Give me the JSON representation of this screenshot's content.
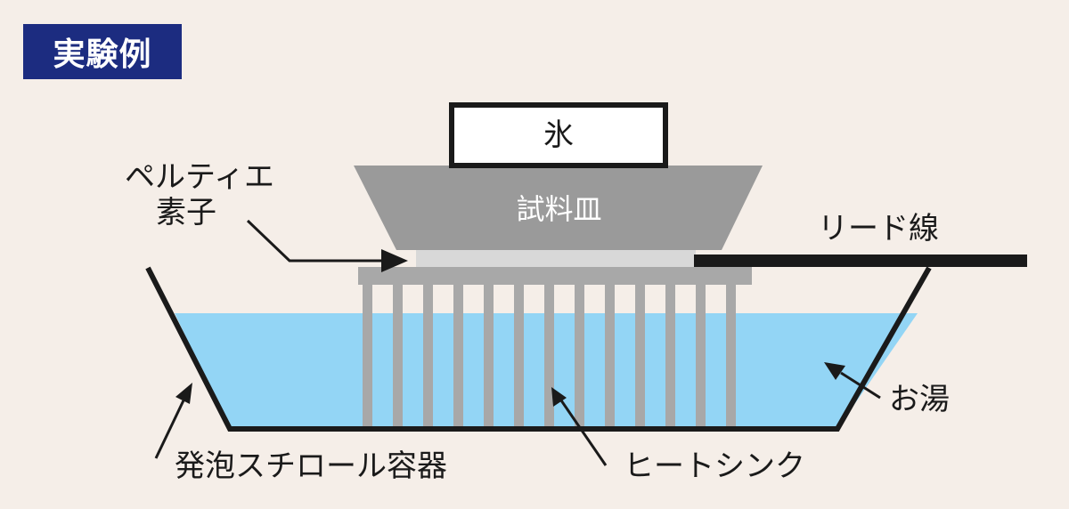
{
  "title": "実験例",
  "labels": {
    "ice": "氷",
    "sample_dish": "試料皿",
    "peltier_line1": "ペルティエ",
    "peltier_line2": "素子",
    "lead_wire": "リード線",
    "hot_water": "お湯",
    "styrofoam_container": "発泡スチロール容器",
    "heat_sink": "ヒートシンク"
  },
  "colors": {
    "background": "#f5eee8",
    "title_badge": "#1c2c80",
    "water": "#93d5f5",
    "dish": "#9a9a9a",
    "heat_sink": "#a8a8a8",
    "peltier": "#d8d8d8",
    "line": "#1a1a1a"
  }
}
